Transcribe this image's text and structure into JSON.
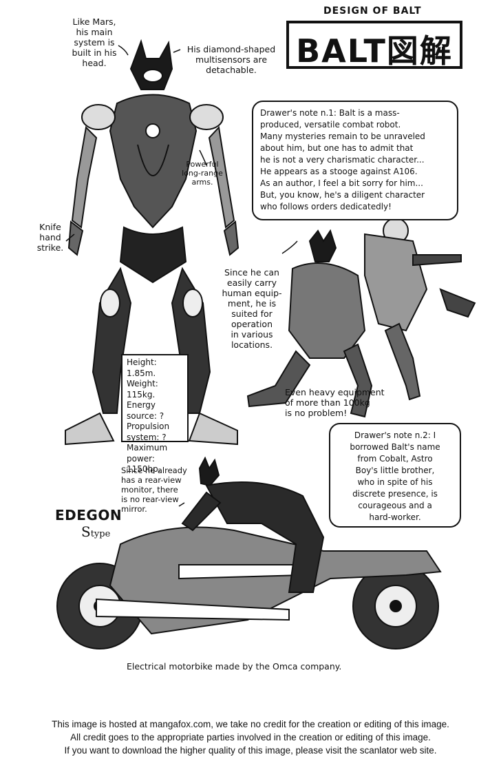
{
  "header": {
    "design_of": "DESIGN OF BALT",
    "title": "BALT図解"
  },
  "annotations": {
    "main_system": [
      "Like Mars,",
      "his main",
      "system is",
      "built in his",
      "head."
    ],
    "sensors": [
      "His diamond-shaped",
      "multisensors are",
      "detachable."
    ],
    "arms": [
      "Powerful",
      "long-range",
      "arms."
    ],
    "knife": [
      "Knife",
      "hand",
      "strike."
    ],
    "equipment": [
      "Since he can",
      "easily carry",
      "human equip-",
      "ment, he is",
      "suited for",
      "operation",
      "in various",
      "locations."
    ],
    "heavy": [
      "Even heavy equipment",
      "of more than 100kg",
      "is no problem!"
    ],
    "mirror": [
      "Since he already",
      "has a rear-view",
      "monitor, there",
      "is no rear-view",
      "mirror."
    ]
  },
  "notes": {
    "note1": [
      "Drawer's note n.1: Balt is a mass-",
      "produced, versatile combat robot.",
      "Many mysteries remain to be unraveled",
      "about him, but one has to admit that",
      "he is not a very charismatic character...",
      "He appears as a stooge against A106.",
      "As an author, I feel a bit sorry for him...",
      "But, you know, he's a diligent character",
      "who follows orders dedicatedly!"
    ],
    "note2": [
      "Drawer's note n.2: I",
      "borrowed Balt's name",
      "from Cobalt, Astro",
      "Boy's little brother,",
      "who in spite of his",
      "discrete presence, is",
      "courageous and a",
      "hard-worker."
    ]
  },
  "specs": [
    "Height: 1.85m.",
    "Weight: 115kg.",
    "Energy",
    "source: ?",
    "Propulsion",
    "system: ?",
    "Maximum",
    "power: 1150hp."
  ],
  "bike": {
    "name": "EDEGON",
    "type_letter": "S",
    "type_rest": "type",
    "caption": "Electrical motorbike made by the Omca company."
  },
  "footer": [
    "This image is hosted at mangafox.com, we take no credit for the creation or editing of this image.",
    "All credit goes to the appropriate parties involved in the creation or editing of this image.",
    "If you want to download the higher quality of this image, please visit the scanlator web site."
  ]
}
